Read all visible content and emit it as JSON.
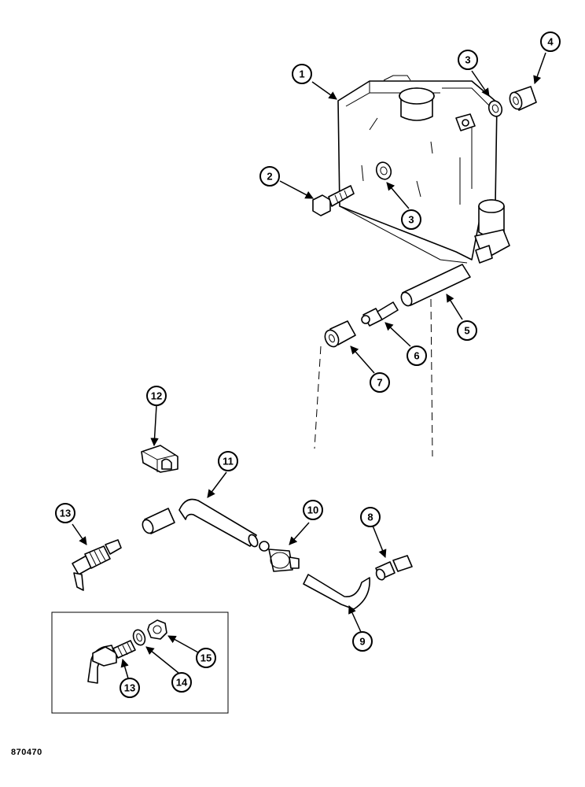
{
  "figure_id": "870470",
  "callouts": [
    "1",
    "2",
    "3",
    "3",
    "4",
    "5",
    "6",
    "7",
    "8",
    "9",
    "10",
    "11",
    "12",
    "13",
    "13",
    "14",
    "15"
  ]
}
